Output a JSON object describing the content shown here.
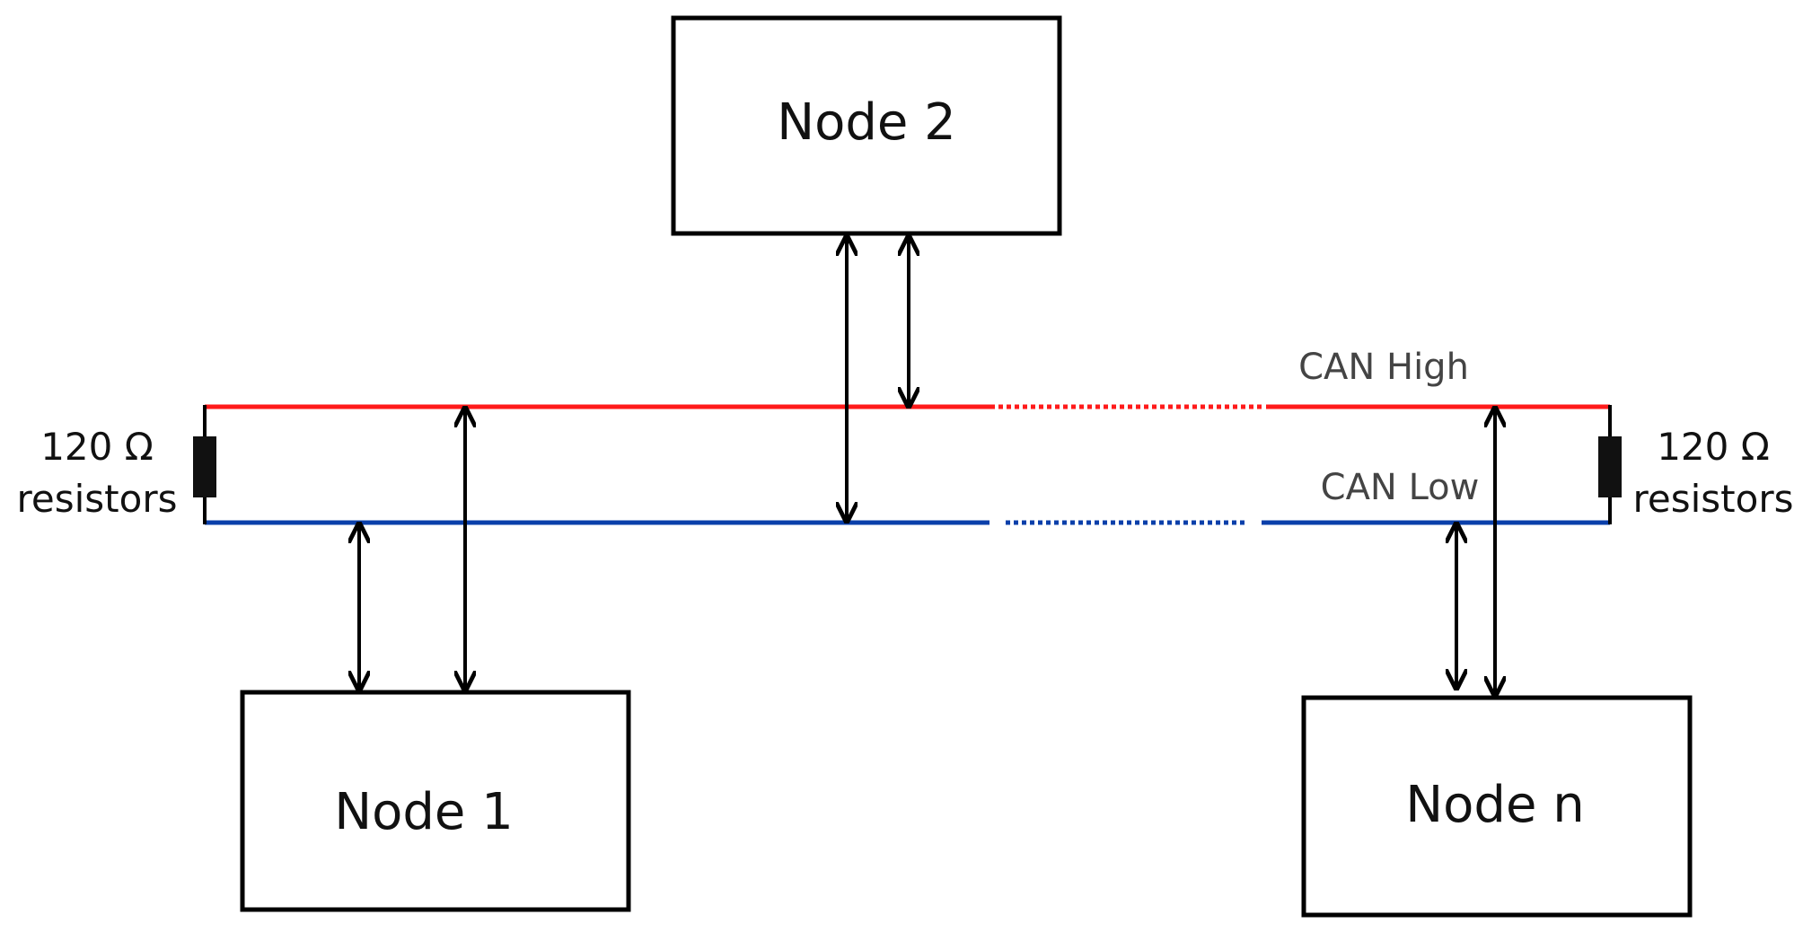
{
  "nodes": {
    "node1": "Node 1",
    "node2": "Node 2",
    "noden": "Node n"
  },
  "bus": {
    "high_label": "CAN High",
    "low_label": "CAN Low",
    "high_color": "#ff1a1a",
    "low_color": "#0a3faa"
  },
  "terminators": {
    "left": {
      "line1": "120 Ω",
      "line2": "resistors"
    },
    "right": {
      "line1": "120 Ω",
      "line2": "resistors"
    }
  }
}
